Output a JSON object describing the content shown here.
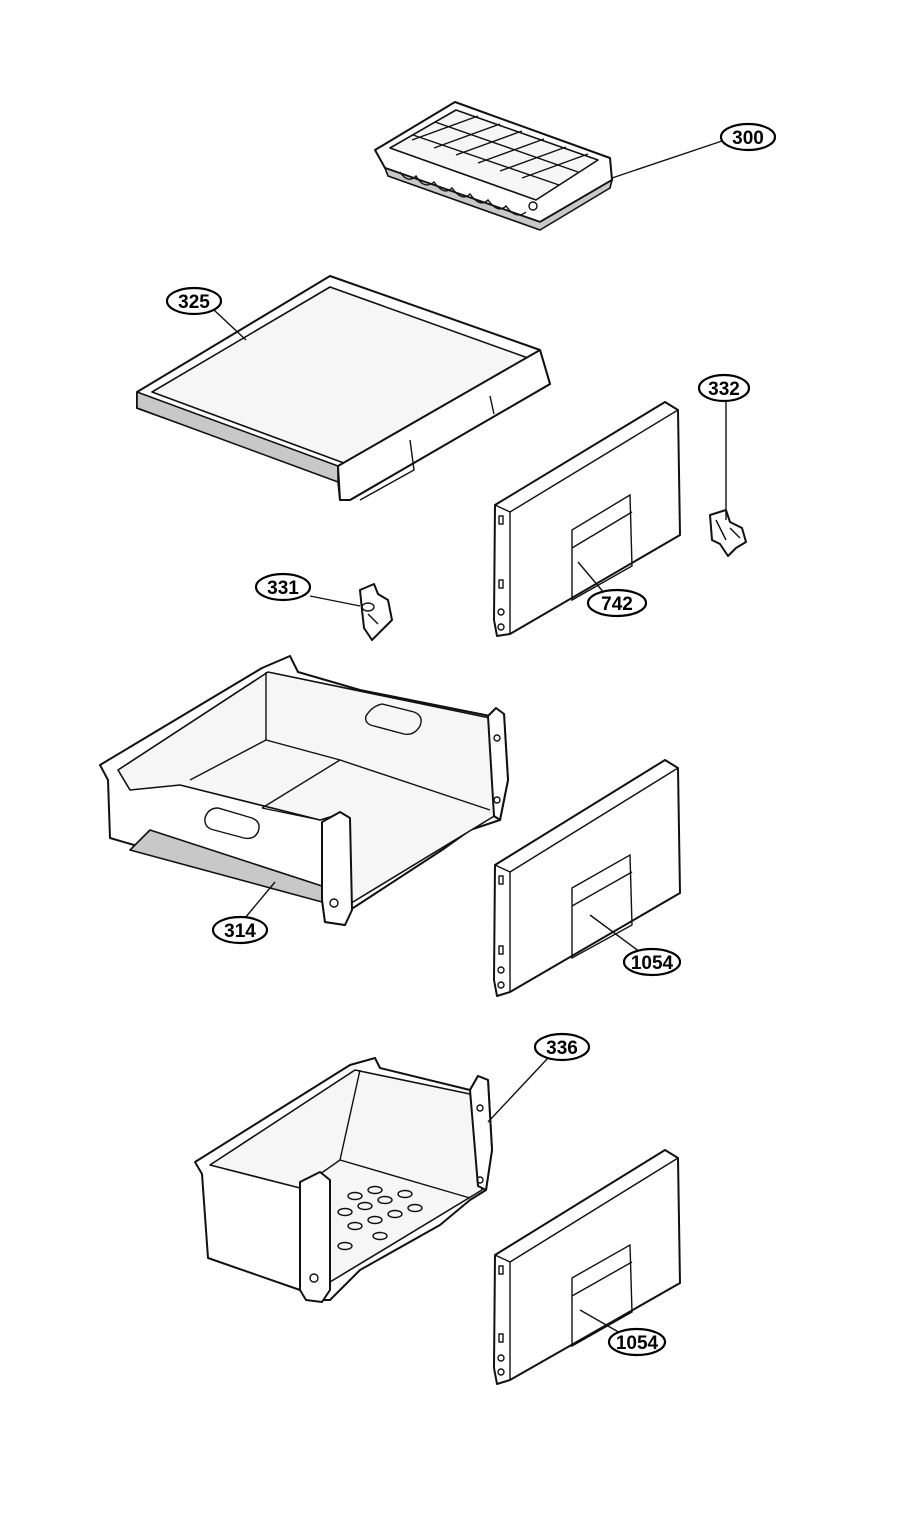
{
  "callouts": [
    {
      "id": "c300",
      "label": "300"
    },
    {
      "id": "c325",
      "label": "325"
    },
    {
      "id": "c332",
      "label": "332"
    },
    {
      "id": "c331",
      "label": "331"
    },
    {
      "id": "c742",
      "label": "742"
    },
    {
      "id": "c314",
      "label": "314"
    },
    {
      "id": "c1054a",
      "label": "1054"
    },
    {
      "id": "c336",
      "label": "336"
    },
    {
      "id": "c1054b",
      "label": "1054"
    }
  ]
}
